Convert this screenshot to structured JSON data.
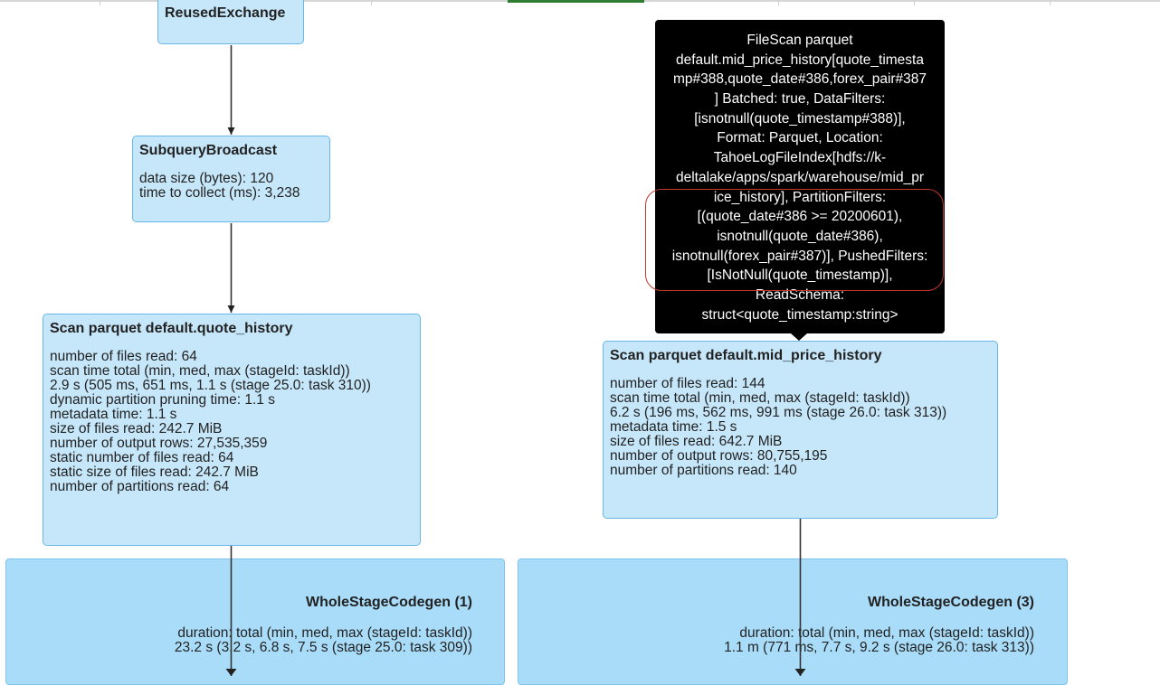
{
  "nodes": {
    "reused_exchange": {
      "title": "ReusedExchange"
    },
    "subquery_broadcast": {
      "title": "SubqueryBroadcast",
      "metrics": [
        "data size (bytes): 120",
        "time to collect (ms): 3,238"
      ]
    },
    "scan_quote_history": {
      "title": "Scan parquet default.quote_history",
      "metrics": [
        "number of files read: 64",
        "scan time total (min, med, max (stageId: taskId))",
        "2.9 s (505 ms, 651 ms, 1.1 s (stage 25.0: task 310))",
        "dynamic partition pruning time: 1.1 s",
        "metadata time: 1.1 s",
        "size of files read: 242.7 MiB",
        "number of output rows: 27,535,359",
        "static number of files read: 64",
        "static size of files read: 242.7 MiB",
        "number of partitions read: 64"
      ]
    },
    "scan_mid_price_history": {
      "title": "Scan parquet default.mid_price_history",
      "metrics": [
        "number of files read: 144",
        "scan time total (min, med, max (stageId: taskId))",
        "6.2 s (196 ms, 562 ms, 991 ms (stage 26.0: task 313))",
        "metadata time: 1.5 s",
        "size of files read: 642.7 MiB",
        "number of output rows: 80,755,195",
        "number of partitions read: 140"
      ]
    }
  },
  "clusters": {
    "wsc1": {
      "title": "WholeStageCodegen (1)",
      "metrics": [
        "duration: total (min, med, max (stageId: taskId))",
        "23.2 s (3.2 s, 6.8 s, 7.5 s (stage 25.0: task 309))"
      ]
    },
    "wsc3": {
      "title": "WholeStageCodegen (3)",
      "metrics": [
        "duration: total (min, med, max (stageId: taskId))",
        "1.1 m (771 ms, 7.7 s, 9.2 s (stage 26.0: task 313))"
      ]
    }
  },
  "tooltip": {
    "lines": [
      "FileScan parquet",
      "default.mid_price_history[quote_timesta",
      "mp#388,quote_date#386,forex_pair#387",
      "] Batched: true, DataFilters:",
      "[isnotnull(quote_timestamp#388)],",
      "Format: Parquet, Location:",
      "TahoeLogFileIndex[hdfs://k-",
      "deltalake/apps/spark/warehouse/mid_pr",
      "ice_history], PartitionFilters:",
      "[(quote_date#386 >= 20200601),",
      "isnotnull(quote_date#386),",
      "isnotnull(forex_pair#387)], PushedFilters:",
      "[IsNotNull(quote_timestamp)],",
      "ReadSchema:",
      "struct<quote_timestamp:string>"
    ]
  },
  "colors": {
    "node_fill": "#c6e7fa",
    "node_border": "#68b7ea",
    "cluster_fill": "#a9dcf8",
    "tooltip_bg": "#000000",
    "highlight": "#c0392b",
    "edge": "#333333"
  }
}
